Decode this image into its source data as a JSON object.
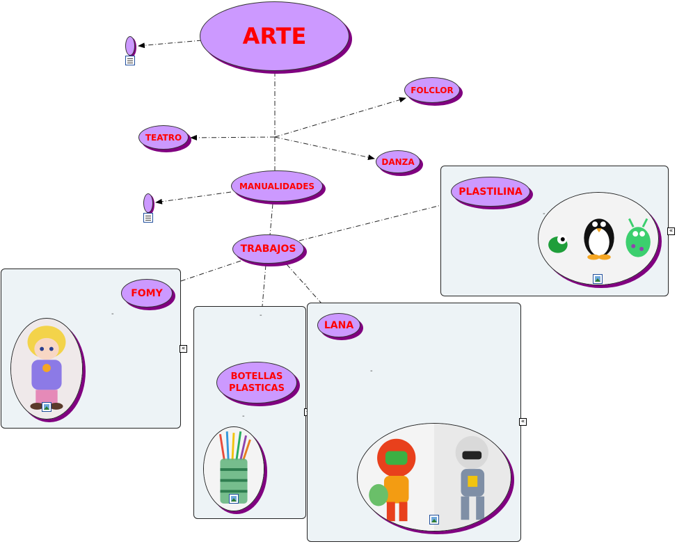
{
  "nodes": {
    "arte": "ARTE",
    "folclor": "FOLCLOR",
    "teatro": "TEATRO",
    "danza": "DANZA",
    "manualidades": "MANUALIDADES",
    "trabajos": "TRABAJOS",
    "plastilina": "PLASTILINA",
    "fomy": "FOMY",
    "botellas_line1": "BOTELLAS",
    "botellas_line2": "PLASTICAS",
    "lana": "LANA"
  },
  "separators": {
    "dash": "-"
  },
  "controls": {
    "collapse_glyph": "«"
  },
  "icons": {
    "note": "note-icon",
    "image": "image-icon",
    "collapse": "collapse-icon"
  },
  "colors": {
    "node_fill": "#cc99ff",
    "node_text": "#ff0000",
    "node_shadow": "#800080",
    "frame_fill": "#edf3f6"
  }
}
